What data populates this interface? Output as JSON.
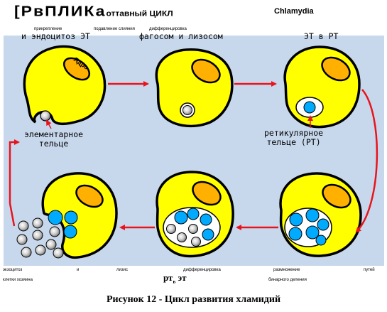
{
  "title": {
    "main": "[РвПЛИКа",
    "main_small": "оттавный ЦИКЛ",
    "sub": "Chlamydia"
  },
  "top_row_labels": {
    "attach_tiny": "прикрепление",
    "attach_tiny2": "подавление слияния",
    "differ_tiny": "дифференцировка",
    "stage1": "и эндоцитоз ЭТ",
    "stage2": "фагосом и лизосом",
    "stage3": "ЭТ в РТ"
  },
  "cell_labels": {
    "nucleus": "Ядро",
    "elementary_body": "элементарное\nтельце",
    "reticulate_body": "ретикулярное\nтельце (РТ)"
  },
  "bottom_row_labels": {
    "exocytosis": "экзоцитоз",
    "and": "и",
    "lysis": "лизис",
    "differentiation": "дифференцировка",
    "multiplication": "размножение",
    "by_way": "путей",
    "host_cell": "клетки хозяина",
    "rt_et": "рт",
    "rt_et_sub": "в",
    "et": "эт",
    "binary_fission": "бинарного деления"
  },
  "caption": "Рисунок 12 - Цикл развития хламидий",
  "colors": {
    "cell_fill": "#ffff00",
    "cell_stroke": "#000000",
    "nucleus_fill": "#ffb000",
    "arrow": "#e8141c",
    "rt_fill": "#00aaff",
    "et_fill": "#c8c8c8",
    "panel_bg": "#c8d8ec"
  }
}
